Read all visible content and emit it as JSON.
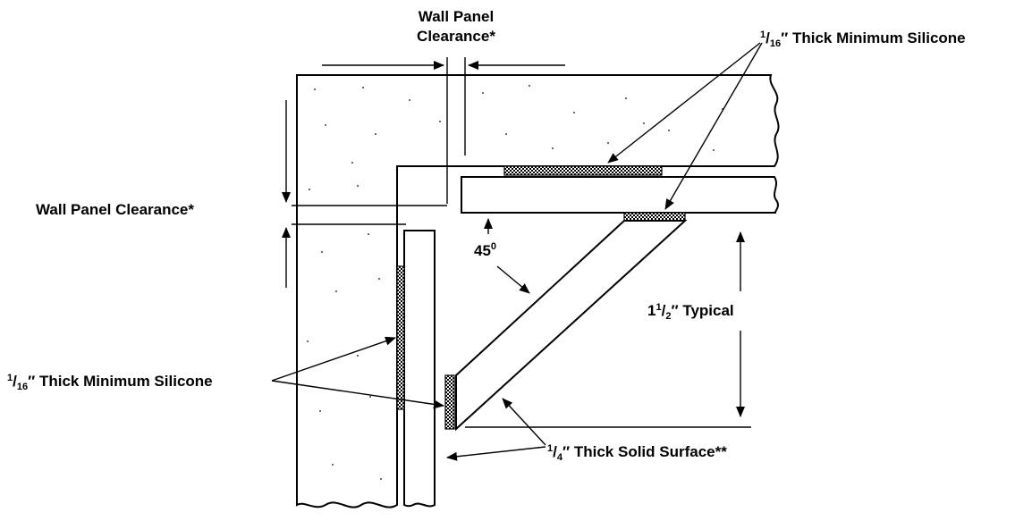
{
  "labels": {
    "top_clearance_line1": "Wall Panel",
    "top_clearance_line2": "Clearance*",
    "left_clearance": "Wall Panel Clearance*",
    "silicone_top": {
      "num": "1",
      "slash": "/",
      "den": "16",
      "rest": "″ Thick Minimum Silicone"
    },
    "silicone_left": {
      "num": "1",
      "slash": "/",
      "den": "16",
      "rest": "″ Thick Minimum Silicone"
    },
    "angle": {
      "value": "45",
      "unit": "0"
    },
    "typical": {
      "whole": "1",
      "num": "1",
      "slash": "/",
      "den": "2",
      "rest": "″ Typical"
    },
    "solid_surface": {
      "num": "1",
      "slash": "/",
      "den": "4",
      "rest": "″ Thick Solid Surface**"
    }
  },
  "colors": {
    "ink": "#000000",
    "background": "#ffffff",
    "silicone_hatch": "#000000"
  }
}
